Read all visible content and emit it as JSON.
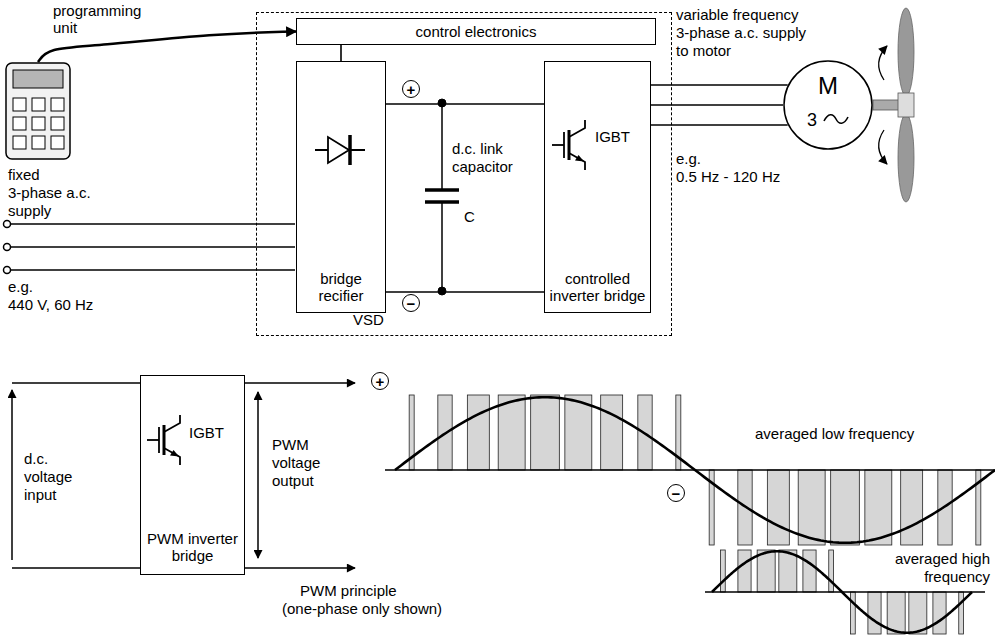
{
  "diagram": {
    "nodes": [
      {
        "text": [
          "programming unit"
        ]
      },
      {
        "text": [
          "VSD"
        ]
      },
      {
        "text": [
          "control electronics"
        ],
        "in": 1
      },
      {
        "text": [
          "bridge recifier"
        ],
        "in": 1
      },
      {
        "text": [
          "IGBT",
          "controlled inverter bridge"
        ],
        "in": 1
      },
      {
        "text": [
          "M",
          "3"
        ]
      },
      {
        "text": [
          "IGBT",
          "PWM inverter bridge"
        ]
      }
    ],
    "edges": [
      {
        "from": 0,
        "to": 2,
        "arrow": "to"
      },
      {
        "from": 2,
        "to": 3,
        "arrow": "none"
      },
      {
        "from": 3,
        "to": 4,
        "arrow": "none"
      },
      {
        "from": 3,
        "to": 4,
        "arrow": "none"
      },
      {
        "from": 4,
        "to": 5,
        "arrow": "none"
      },
      {
        "from": 4,
        "to": 5,
        "arrow": "none"
      },
      {
        "from": 4,
        "to": 5,
        "arrow": "none"
      }
    ],
    "labels": [
      "fixed",
      "3-phase a.c.",
      "supply",
      "e.g.",
      "440 V, 60 Hz",
      "+",
      "−",
      "d.c. link",
      "capacitor",
      "C",
      "variable frequency",
      "3-phase a.c. supply",
      "to motor",
      "e.g.",
      "0.5 Hz - 120 Hz",
      "d.c.",
      "voltage",
      "input",
      "PWM",
      "voltage",
      "output",
      "PWM principle",
      "(one-phase only shown)",
      "+",
      "−",
      "averaged low frequency",
      "averaged high",
      "frequency"
    ]
  }
}
